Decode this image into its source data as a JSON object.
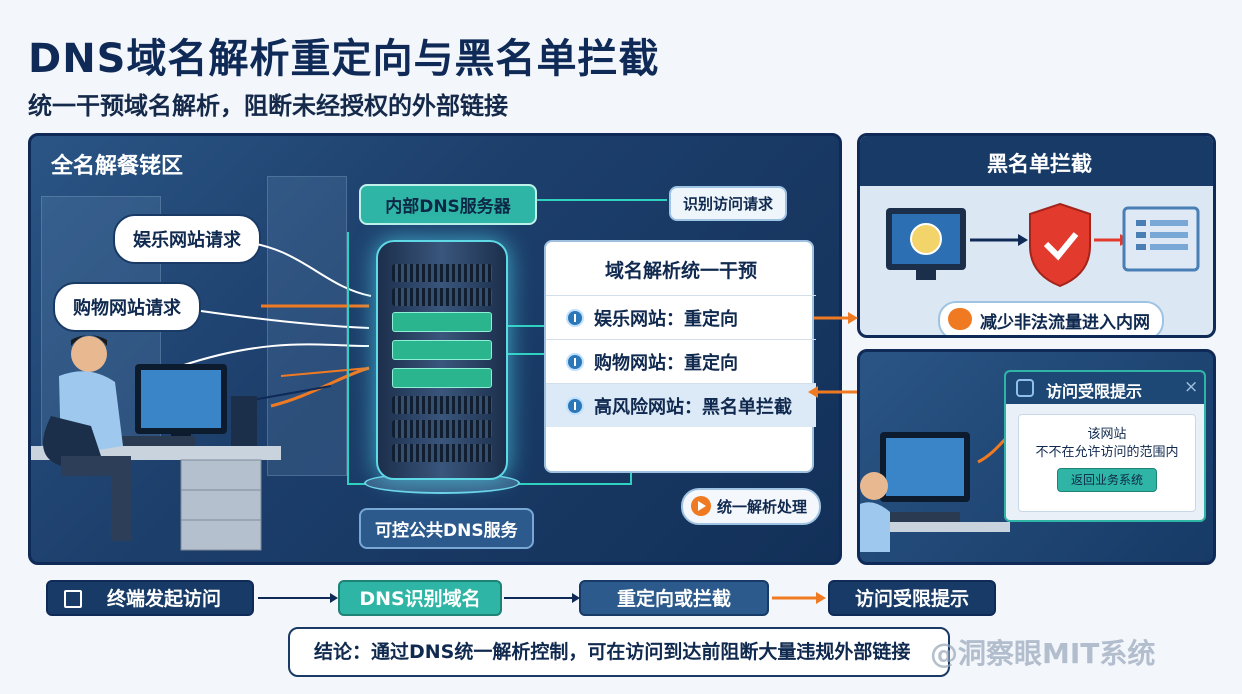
{
  "title": "DNS域名解析重定向与黑名单拦截",
  "subtitle": "统一干预域名解析，阻断未经授权的外部链接",
  "left_panel": {
    "title": "全名解餐铑区",
    "bubbles": [
      "娱乐网站请求",
      "购物网站请求"
    ],
    "dns_server_label": "内部DNS服务器",
    "identify_request": "识别访问请求",
    "public_dns_label": "可控公共DNS服务",
    "card": {
      "title": "域名解析统一干预",
      "rows": [
        "娱乐网站：重定向",
        "购物网站：重定向",
        "高风险网站：黑名单拦截"
      ]
    },
    "unified_process": "统一解析处理"
  },
  "blacklist_panel": {
    "title": "黑名单拦截",
    "reduce_traffic": "减少非法流量进入内网"
  },
  "restricted_panel": {
    "dialog_title": "访问受限提示",
    "dialog_close": "×",
    "line1": "该网站",
    "line2": "不不在允许访问的范围内",
    "button": "返回业务系统"
  },
  "flow": [
    "终端发起访问",
    "DNS识别域名",
    "重定向或拦截",
    "访问受限提示"
  ],
  "conclusion": "结论：通过DNS统一解析控制，可在访问到达前阻断大量违规外部链接",
  "watermark": "@洞察眼MIT系统",
  "colors": {
    "navy": "#0f2a57",
    "teal": "#2fb5a6",
    "orange": "#f07a22",
    "red_shield": "#e23b2e"
  },
  "icons": [
    "globe-icon",
    "shield-check-icon",
    "server-icon",
    "toggle-icon",
    "play-icon",
    "document-icon"
  ]
}
